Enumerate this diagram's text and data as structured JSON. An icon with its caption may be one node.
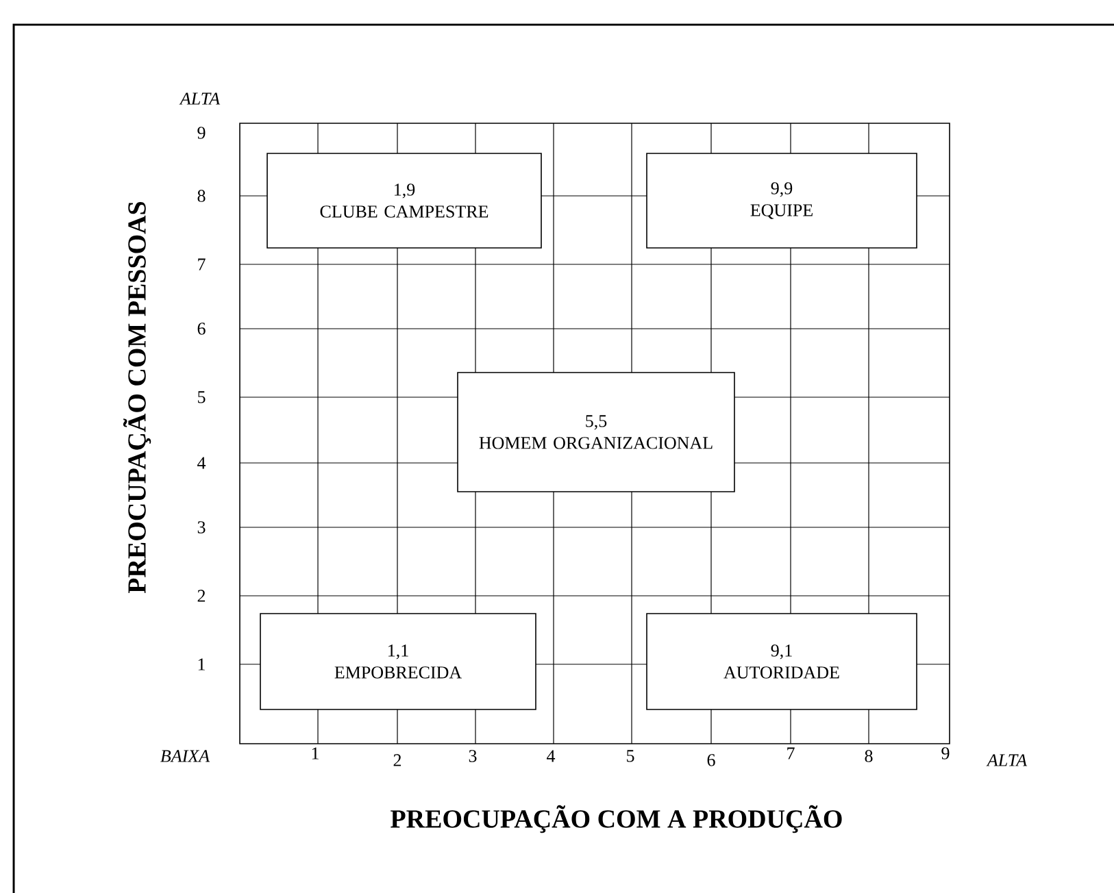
{
  "diagram": {
    "nodes": [
      {
        "text": [
          "1,9",
          "CLUBE CAMPESTRE"
        ]
      },
      {
        "text": [
          "9,9",
          "EQUIPE"
        ]
      },
      {
        "text": [
          "5,5",
          "HOMEM ORGANIZACIONAL"
        ]
      },
      {
        "text": [
          "1,1",
          "EMPOBRECIDA"
        ]
      },
      {
        "text": [
          "9,1",
          "AUTORIDADE"
        ]
      }
    ],
    "labels": [
      "ALTA",
      "9",
      "8",
      "7",
      "6",
      "5",
      "4",
      "3",
      "2",
      "1",
      "PREOCUPAÇÃO COM PESSOAS",
      "BAIXA",
      "1",
      "2",
      "3",
      "4",
      "5",
      "6",
      "7",
      "8",
      "9",
      "ALTA",
      "PREOCUPAÇÃO COM A PRODUÇÃO"
    ]
  }
}
